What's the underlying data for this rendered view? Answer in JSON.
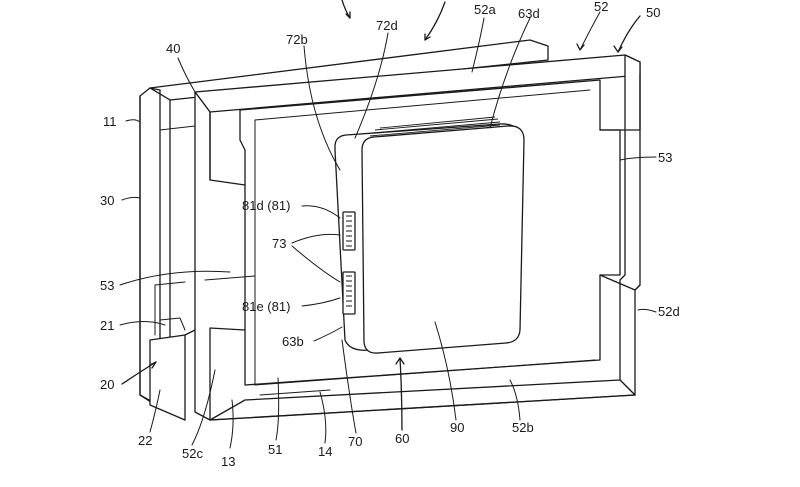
{
  "labels": {
    "l11": "11",
    "l30": "30",
    "l40": "40",
    "l53a": "53",
    "l53b": "53",
    "l21": "21",
    "l20": "20",
    "l22": "22",
    "l52c": "52c",
    "l13": "13",
    "l51": "51",
    "l14": "14",
    "l70": "70",
    "l60": "60",
    "l90": "90",
    "l52b": "52b",
    "l52d": "52d",
    "l52": "52",
    "l50": "50",
    "l52a": "52a",
    "l63d": "63d",
    "l72d": "72d",
    "l72b": "72b",
    "l81d": "81d (81)",
    "l73": "73",
    "l81e": "81e (81)",
    "l63b": "63b"
  }
}
